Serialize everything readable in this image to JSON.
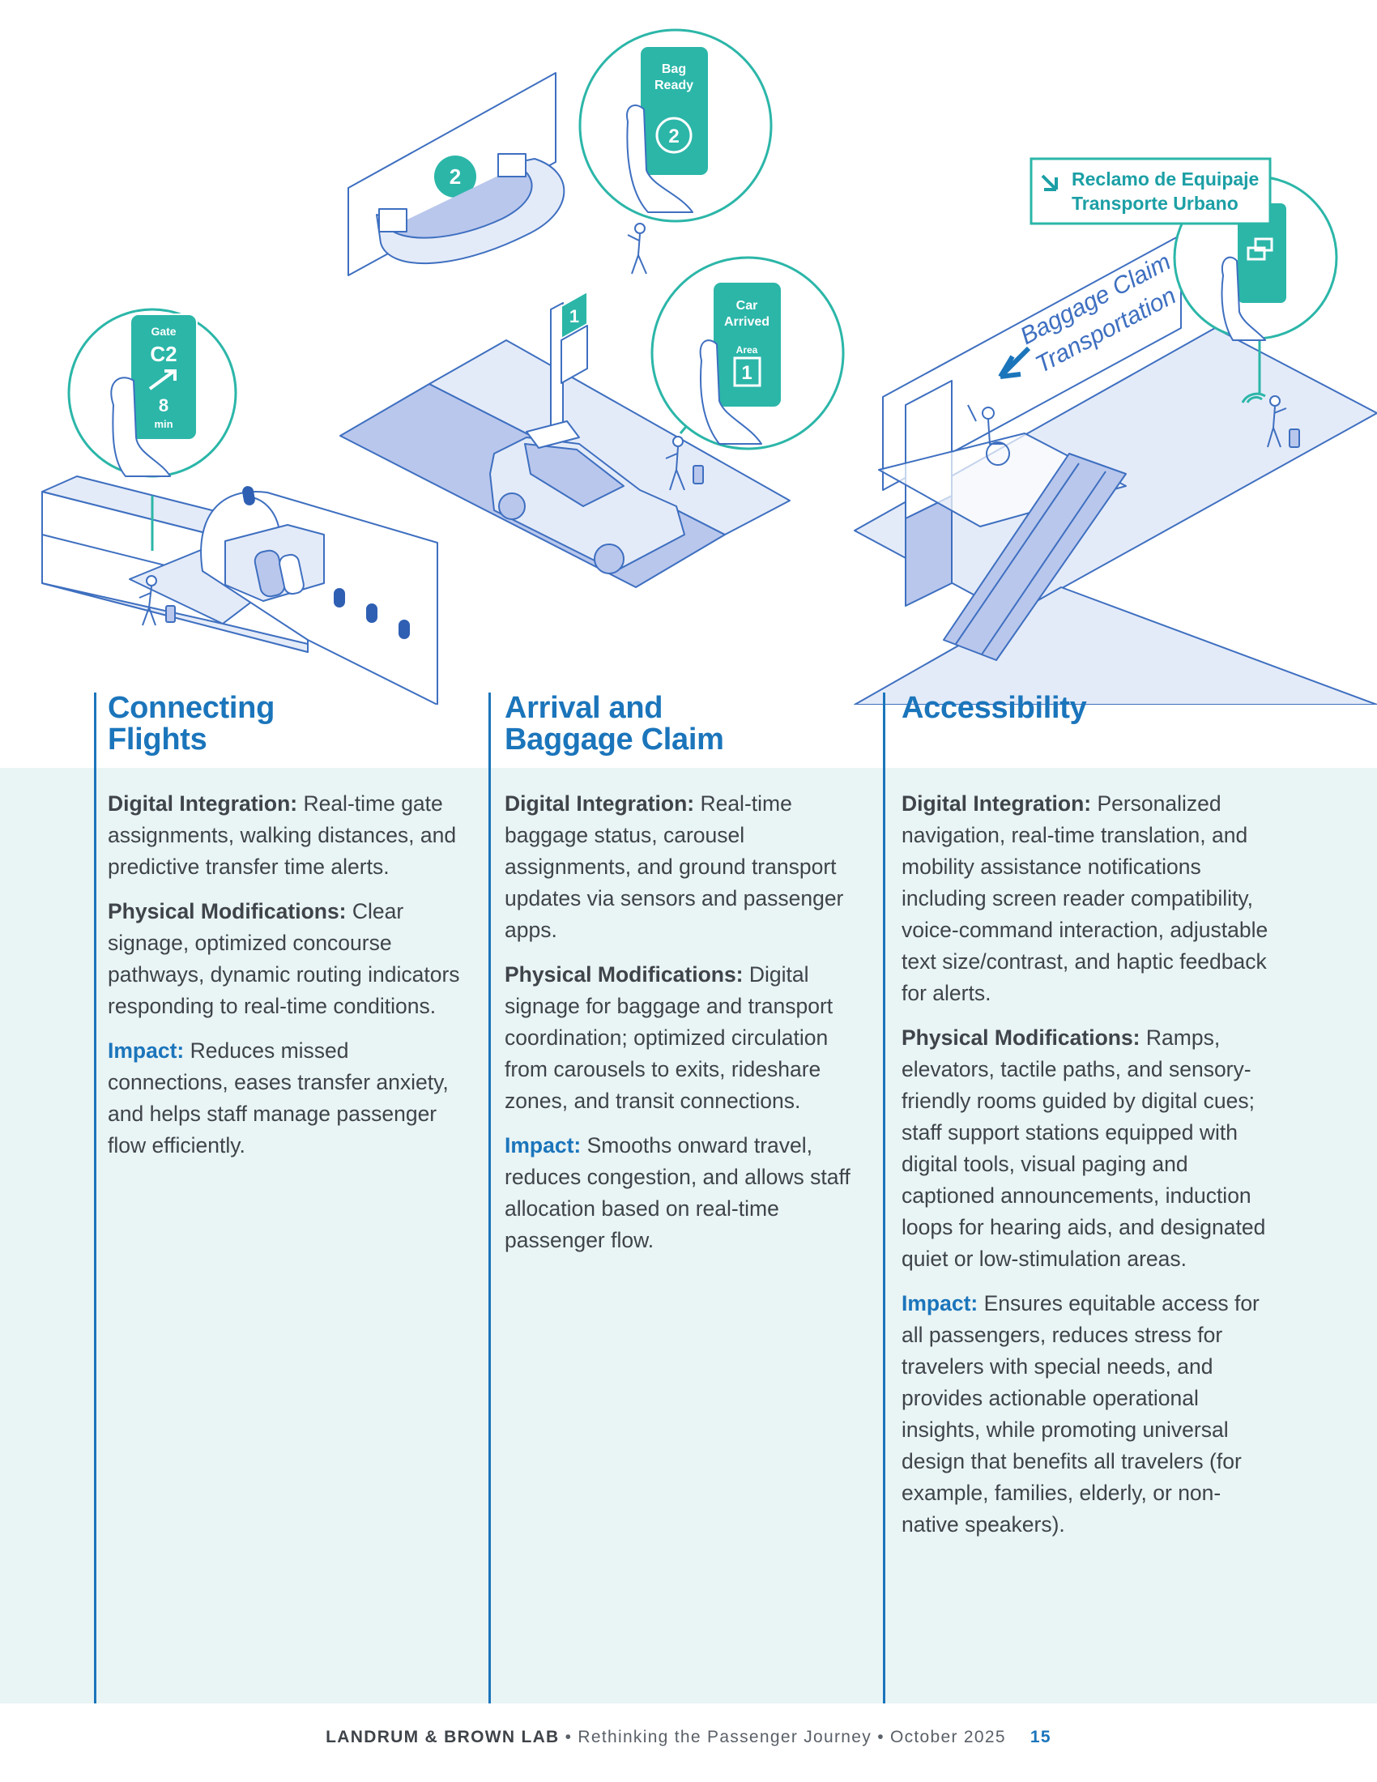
{
  "illustration": {
    "phone_gate": {
      "label": "Gate",
      "gate": "C2",
      "minutes": "8",
      "unit": "min"
    },
    "phone_bag": {
      "line1": "Bag",
      "line2": "Ready",
      "number": "2"
    },
    "phone_car": {
      "line1": "Car",
      "line2": "Arrived",
      "area_label": "Area",
      "area": "1"
    },
    "carousel_sign": "2",
    "curb_sign": "1",
    "translation_sign": {
      "line1": "Reclamo de Equipaje",
      "line2": "Transporte Urbano"
    },
    "wall_sign": {
      "line1": "Baggage Claim",
      "line2": "Transportation"
    },
    "colors": {
      "teal": "#2bb6a8",
      "blue": "#1b75bb",
      "outline": "#3e6fc0",
      "fill": "#dfe7f6",
      "mid": "#b8c6ea"
    }
  },
  "columns": [
    {
      "title_line1": "Connecting",
      "title_line2": "Flights",
      "digital_label": "Digital Integration:",
      "digital_text": " Real-time gate assignments, walking distances, and predictive transfer time alerts.",
      "physical_label": "Physical Modifications:",
      "physical_text": " Clear signage, optimized concourse pathways, dynamic routing indicators responding to real-time conditions.",
      "impact_label": "Impact:",
      "impact_text": " Reduces missed connections, eases transfer anxiety, and helps staff manage passenger flow efficiently."
    },
    {
      "title_line1": "Arrival and",
      "title_line2": "Baggage Claim",
      "digital_label": "Digital Integration:",
      "digital_text": " Real-time baggage status, carousel assignments, and ground transport updates via sensors and passenger apps.",
      "physical_label": "Physical Modifications:",
      "physical_text": " Digital signage for baggage and transport coordination; optimized circulation from carousels to exits, rideshare zones, and transit connections.",
      "impact_label": "Impact:",
      "impact_text": " Smooths onward travel, reduces congestion, and allows staff allocation based on real-time passenger flow."
    },
    {
      "title_line1": "Accessibility",
      "title_line2": "",
      "digital_label": "Digital Integration:",
      "digital_text": " Personalized navigation, real-time translation, and mobility assistance notifications including screen reader compatibility, voice-command interaction, adjustable text size/contrast, and haptic feedback for alerts.",
      "physical_label": "Physical Modifications:",
      "physical_text": " Ramps, elevators, tactile paths, and sensory-friendly rooms guided by digital cues; staff support stations equipped with digital tools, visual paging and captioned announcements, induction loops for hearing aids, and designated quiet or low-stimulation areas.",
      "impact_label": "Impact:",
      "impact_text": " Ensures equitable access for all passengers, reduces stress for travelers with special needs, and provides actionable operational insights, while promoting universal design that benefits all travelers (for example, families, elderly, or non-native speakers)."
    }
  ],
  "footer": {
    "brand": "LANDRUM & BROWN LAB",
    "separator": " • ",
    "publication": "Rethinking the Passenger Journey",
    "date": "October 2025",
    "page": "15"
  }
}
